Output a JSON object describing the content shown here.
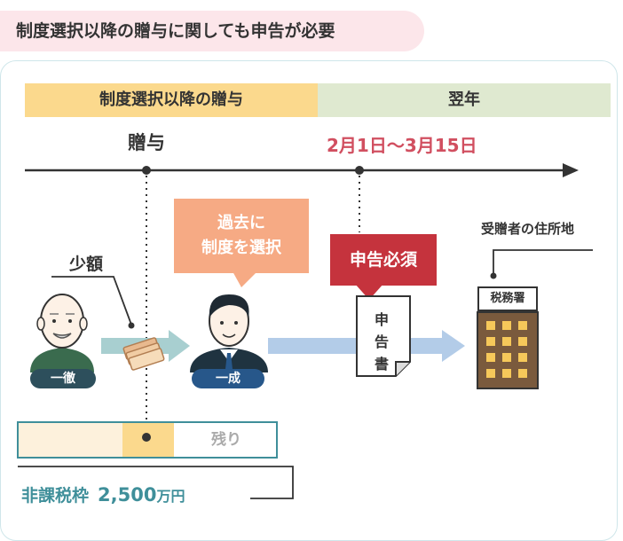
{
  "title": "制度選択以降の贈与に関しても申告が必要",
  "bands": {
    "gift_period": "制度選択以降の贈与",
    "next_year": "翌年"
  },
  "timeline": {
    "gift_label": "贈与",
    "period_label": "2月1日〜3月15日"
  },
  "people": {
    "small_amount_label": "少額",
    "grandfather_name": "一徹",
    "son_name": "一成"
  },
  "callouts": {
    "past_line1": "過去に",
    "past_line2": "制度を選択",
    "declaration_required": "申告必須"
  },
  "document": {
    "char1": "申",
    "char2": "告",
    "char3": "書"
  },
  "tax_office": {
    "address_label": "受贈者の住所地",
    "sign": "税務署"
  },
  "exemption": {
    "remaining_label": "残り",
    "frame_label": "非課税枠",
    "amount": "2,500",
    "unit": "万円"
  },
  "colors": {
    "pink_bg": "#fce6ea",
    "yellow_band": "#fbd98d",
    "green_band": "#dfe9d0",
    "salmon": "#f6aa84",
    "red": "#c5333d",
    "period_red": "#d14f60",
    "teal": "#3f8f9a",
    "arrow_blue": "#b3cce8",
    "arrow_teal": "#a8cfd0"
  }
}
